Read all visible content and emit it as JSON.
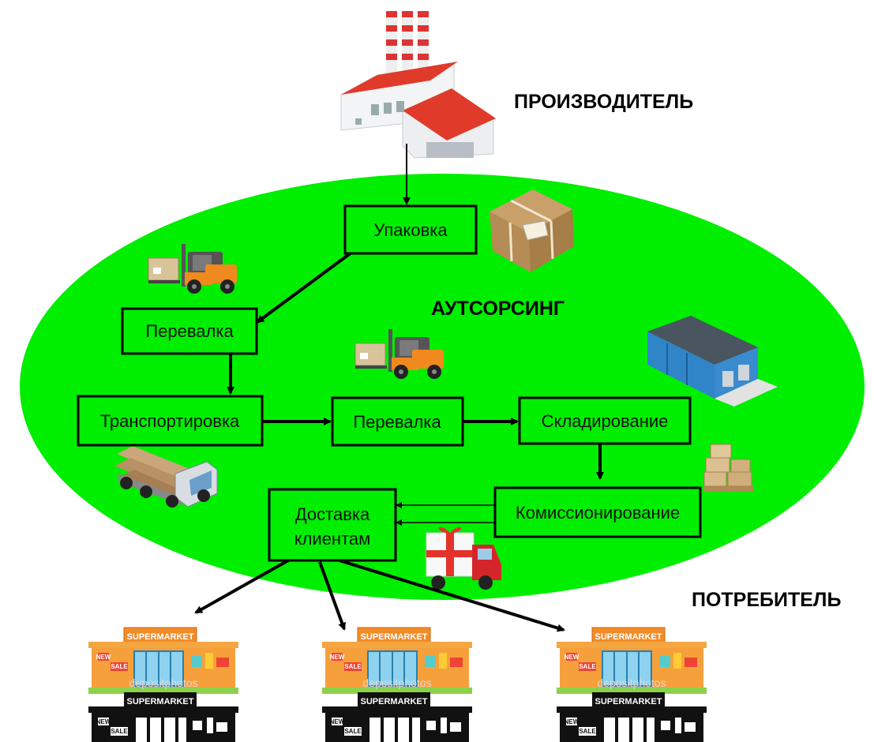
{
  "labels": {
    "producer": "ПРОИЗВОДИТЕЛЬ",
    "outsourcing": "АУТСОРСИНГ",
    "consumer": "ПОТРЕБИТЕЛЬ"
  },
  "nodes": {
    "packaging": "Упаковка",
    "transfer_1": "Перевалка",
    "transportation": "Транспортировка",
    "transfer_2": "Перевалка",
    "warehousing": "Складирование",
    "commissioning": "Комиссионирование",
    "delivery_line1": "Доставка",
    "delivery_line2": "клиентам"
  },
  "store": {
    "sign": "SUPERMARKET",
    "new_tag": "NEW",
    "sale_tag": "SALE",
    "watermark": "depositphotos"
  },
  "colors": {
    "ellipse": "#00ee00",
    "box_fill": "#00ee00",
    "stroke": "#000000",
    "roof": "#e03a2a",
    "store_orange": "#f28c28"
  }
}
